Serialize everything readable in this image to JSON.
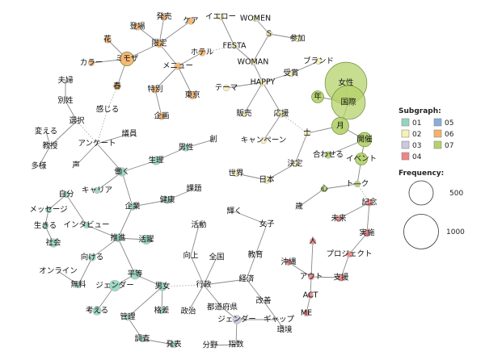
{
  "legend": {
    "subgraph_title": "Subgraph:",
    "groups": [
      {
        "id": "01",
        "color": "#93d4c2"
      },
      {
        "id": "02",
        "color": "#f7f2b4"
      },
      {
        "id": "03",
        "color": "#cbc8e0"
      },
      {
        "id": "04",
        "color": "#ef8585"
      },
      {
        "id": "05",
        "color": "#86aedb"
      },
      {
        "id": "06",
        "color": "#f6b268"
      },
      {
        "id": "07",
        "color": "#b4d26a"
      }
    ],
    "frequency_title": "Frequency:",
    "frequency_levels": [
      "500",
      "1000"
    ]
  },
  "nodes": [
    {
      "id": "n1",
      "label": "発売",
      "group": "06",
      "freq": 40
    },
    {
      "id": "n2",
      "label": "ケア",
      "group": "06",
      "freq": 40
    },
    {
      "id": "n3",
      "label": "登場",
      "group": "06",
      "freq": 40
    },
    {
      "id": "n4",
      "label": "限定",
      "group": "06",
      "freq": 50
    },
    {
      "id": "n5",
      "label": "花",
      "group": "06",
      "freq": 40
    },
    {
      "id": "n6",
      "label": "ミモザ",
      "group": "06",
      "freq": 160
    },
    {
      "id": "n7",
      "label": "カラー",
      "group": "06",
      "freq": 30
    },
    {
      "id": "n8",
      "label": "ホテル",
      "group": "06",
      "freq": 40
    },
    {
      "id": "n9",
      "label": "メニュー",
      "group": "06",
      "freq": 40
    },
    {
      "id": "n10",
      "label": "春",
      "group": "06",
      "freq": 40
    },
    {
      "id": "n11",
      "label": "特別",
      "group": "06",
      "freq": 40
    },
    {
      "id": "n12",
      "label": "東京",
      "group": "06",
      "freq": 50
    },
    {
      "id": "n13",
      "label": "企画",
      "group": "06",
      "freq": 40
    },
    {
      "id": "n14",
      "label": "感じる",
      "group": "none",
      "freq": 30
    },
    {
      "id": "y1",
      "label": "イエロー",
      "group": "02",
      "freq": 30
    },
    {
      "id": "y2",
      "label": "WOMEN",
      "group": "02",
      "freq": 20
    },
    {
      "id": "y3",
      "label": "S",
      "group": "02",
      "freq": 30
    },
    {
      "id": "y4",
      "label": "参加",
      "group": "02",
      "freq": 30
    },
    {
      "id": "y5",
      "label": "FESTA",
      "group": "02",
      "freq": 20
    },
    {
      "id": "y6",
      "label": "WOMAN",
      "group": "02",
      "freq": 30
    },
    {
      "id": "y7",
      "label": "ブランド",
      "group": "02",
      "freq": 30
    },
    {
      "id": "y8",
      "label": "受賞",
      "group": "02",
      "freq": 30
    },
    {
      "id": "y9",
      "label": "テーマ",
      "group": "02",
      "freq": 30
    },
    {
      "id": "y10",
      "label": "HAPPY",
      "group": "02",
      "freq": 40
    },
    {
      "id": "y11",
      "label": "販売",
      "group": "02",
      "freq": 20
    },
    {
      "id": "y12",
      "label": "応援",
      "group": "02",
      "freq": 40
    },
    {
      "id": "y13",
      "label": "キャンペーン",
      "group": "02",
      "freq": 30
    },
    {
      "id": "y14",
      "label": "士",
      "group": "02",
      "freq": 30
    },
    {
      "id": "y15",
      "label": "決定",
      "group": "02",
      "freq": 30
    },
    {
      "id": "y16",
      "label": "世界",
      "group": "02",
      "freq": 30
    },
    {
      "id": "y17",
      "label": "日本",
      "group": "02",
      "freq": 40
    },
    {
      "id": "g1",
      "label": "女性",
      "group": "07",
      "freq": 1450
    },
    {
      "id": "g2",
      "label": "国際",
      "group": "07",
      "freq": 950
    },
    {
      "id": "g3",
      "label": "年",
      "group": "07",
      "freq": 120
    },
    {
      "id": "g4",
      "label": "月",
      "group": "07",
      "freq": 240
    },
    {
      "id": "g5",
      "label": "開催",
      "group": "07",
      "freq": 170
    },
    {
      "id": "g6",
      "label": "合わせる",
      "group": "07",
      "freq": 40
    },
    {
      "id": "g7",
      "label": "イベント",
      "group": "07",
      "freq": 120
    },
    {
      "id": "g8",
      "label": "ト―ク",
      "group": "07",
      "freq": 30
    },
    {
      "id": "g9",
      "label": "心",
      "group": "07",
      "freq": 30
    },
    {
      "id": "g10",
      "label": "歳",
      "group": "none",
      "freq": 20
    },
    {
      "id": "t1",
      "label": "働く",
      "group": "01",
      "freq": 60
    },
    {
      "id": "t2",
      "label": "生理",
      "group": "01",
      "freq": 60
    },
    {
      "id": "t3",
      "label": "男性",
      "group": "01",
      "freq": 40
    },
    {
      "id": "t4",
      "label": "創",
      "group": "none",
      "freq": 20
    },
    {
      "id": "t5",
      "label": "キャリア",
      "group": "01",
      "freq": 30
    },
    {
      "id": "t6",
      "label": "企業",
      "group": "01",
      "freq": 40
    },
    {
      "id": "t7",
      "label": "健康",
      "group": "01",
      "freq": 40
    },
    {
      "id": "t8",
      "label": "課題",
      "group": "none",
      "freq": 20
    },
    {
      "id": "t9",
      "label": "自分",
      "group": "01",
      "freq": 30
    },
    {
      "id": "t10",
      "label": "メッセージ",
      "group": "01",
      "freq": 20
    },
    {
      "id": "t11",
      "label": "生きる",
      "group": "01",
      "freq": 30
    },
    {
      "id": "t12",
      "label": "インタビュー",
      "group": "01",
      "freq": 30
    },
    {
      "id": "t13",
      "label": "社会",
      "group": "01",
      "freq": 60
    },
    {
      "id": "t14",
      "label": "推進",
      "group": "01",
      "freq": 50
    },
    {
      "id": "t15",
      "label": "活躍",
      "group": "01",
      "freq": 70
    },
    {
      "id": "t16",
      "label": "向ける",
      "group": "01",
      "freq": 40
    },
    {
      "id": "t17",
      "label": "オンライン",
      "group": "none",
      "freq": 20
    },
    {
      "id": "t18",
      "label": "無料",
      "group": "01",
      "freq": 30
    },
    {
      "id": "t19",
      "label": "平等",
      "group": "01",
      "freq": 80
    },
    {
      "id": "t20",
      "label": "ジェンダー",
      "group": "01",
      "freq": 100
    },
    {
      "id": "t21",
      "label": "男女",
      "group": "01",
      "freq": 60
    },
    {
      "id": "t22",
      "label": "考える",
      "group": "01",
      "freq": 60
    },
    {
      "id": "t23",
      "label": "管理",
      "group": "01",
      "freq": 30
    },
    {
      "id": "t24",
      "label": "格差",
      "group": "01",
      "freq": 30
    },
    {
      "id": "t25",
      "label": "調査",
      "group": "01",
      "freq": 30
    },
    {
      "id": "t26",
      "label": "発表",
      "group": "01",
      "freq": 30
    },
    {
      "id": "w1",
      "label": "夫婦",
      "group": "none",
      "freq": 20
    },
    {
      "id": "w2",
      "label": "別姓",
      "group": "none",
      "freq": 20
    },
    {
      "id": "w3",
      "label": "選択",
      "group": "none",
      "freq": 20
    },
    {
      "id": "w4",
      "label": "変える",
      "group": "none",
      "freq": 20
    },
    {
      "id": "w5",
      "label": "教授",
      "group": "none",
      "freq": 20
    },
    {
      "id": "w6",
      "label": "多様",
      "group": "none",
      "freq": 20
    },
    {
      "id": "w7",
      "label": "アンケート",
      "group": "none",
      "freq": 20
    },
    {
      "id": "w8",
      "label": "議員",
      "group": "none",
      "freq": 20
    },
    {
      "id": "w9",
      "label": "声",
      "group": "none",
      "freq": 20
    },
    {
      "id": "p1",
      "label": "活動",
      "group": "none",
      "freq": 20
    },
    {
      "id": "p2",
      "label": "向上",
      "group": "none",
      "freq": 20
    },
    {
      "id": "p3",
      "label": "全国",
      "group": "none",
      "freq": 20
    },
    {
      "id": "p4",
      "label": "行政",
      "group": "none",
      "freq": 20
    },
    {
      "id": "p5",
      "label": "政治",
      "group": "none",
      "freq": 20
    },
    {
      "id": "p6",
      "label": "都道府県",
      "group": "none",
      "freq": 20
    },
    {
      "id": "p7",
      "label": "輝く",
      "group": "none",
      "freq": 20
    },
    {
      "id": "p8",
      "label": "女子",
      "group": "none",
      "freq": 30
    },
    {
      "id": "p9",
      "label": "教育",
      "group": "none",
      "freq": 20
    },
    {
      "id": "p10",
      "label": "経済",
      "group": "none",
      "freq": 20
    },
    {
      "id": "p11",
      "label": "改善",
      "group": "none",
      "freq": 20
    },
    {
      "id": "p12",
      "label": "環境",
      "group": "none",
      "freq": 20
    },
    {
      "id": "p13",
      "label": "ジェンダー",
      "group": "03",
      "freq": 60
    },
    {
      "id": "p14",
      "label": "ギャップ",
      "group": "none",
      "freq": 20
    },
    {
      "id": "p15",
      "label": "分野",
      "group": "none",
      "freq": 20
    },
    {
      "id": "p16",
      "label": "指数",
      "group": "none",
      "freq": 30
    },
    {
      "id": "r1",
      "label": "人",
      "group": "04",
      "freq": 30
    },
    {
      "id": "r2",
      "label": "沖縄",
      "group": "04",
      "freq": 30
    },
    {
      "id": "r3",
      "label": "アウト",
      "group": "04",
      "freq": 30
    },
    {
      "id": "r4",
      "label": "支援",
      "group": "04",
      "freq": 40
    },
    {
      "id": "r5",
      "label": "ACT",
      "group": "04",
      "freq": 20
    },
    {
      "id": "r6",
      "label": "ME",
      "group": "04",
      "freq": 30
    },
    {
      "id": "r7",
      "label": "記念",
      "group": "04",
      "freq": 40
    },
    {
      "id": "r8",
      "label": "未来",
      "group": "04",
      "freq": 30
    },
    {
      "id": "r9",
      "label": "実施",
      "group": "04",
      "freq": 40
    },
    {
      "id": "r10",
      "label": "プロジェクト",
      "group": "04",
      "freq": 30
    }
  ],
  "edges": [
    [
      "n1",
      "n4"
    ],
    [
      "n2",
      "n4"
    ],
    [
      "n3",
      "n4"
    ],
    [
      "n4",
      "n6"
    ],
    [
      "n4",
      "n9"
    ],
    [
      "n5",
      "n6"
    ],
    [
      "n7",
      "n6"
    ],
    [
      "n6",
      "n10"
    ],
    [
      "n9",
      "n8"
    ],
    [
      "n9",
      "n11"
    ],
    [
      "n9",
      "n12"
    ],
    [
      "n11",
      "n13"
    ],
    [
      "n10",
      "n14",
      1
    ],
    [
      "n8",
      "y5",
      1
    ],
    [
      "y1",
      "y5"
    ],
    [
      "y5",
      "y6"
    ],
    [
      "y2",
      "y3"
    ],
    [
      "y3",
      "y4"
    ],
    [
      "y3",
      "y6"
    ],
    [
      "y6",
      "y10"
    ],
    [
      "y9",
      "y10"
    ],
    [
      "y10",
      "y8"
    ],
    [
      "y8",
      "y7"
    ],
    [
      "y10",
      "y11"
    ],
    [
      "y10",
      "y12"
    ],
    [
      "y12",
      "y13"
    ],
    [
      "y12",
      "y14",
      1
    ],
    [
      "y14",
      "g4"
    ],
    [
      "y14",
      "y15"
    ],
    [
      "y15",
      "y17"
    ],
    [
      "y16",
      "y17"
    ],
    [
      "g1",
      "g2"
    ],
    [
      "g3",
      "g2"
    ],
    [
      "g2",
      "g4"
    ],
    [
      "g4",
      "g5"
    ],
    [
      "g5",
      "g6"
    ],
    [
      "g5",
      "g7"
    ],
    [
      "g7",
      "g8"
    ],
    [
      "g8",
      "g9"
    ],
    [
      "g9",
      "g10"
    ],
    [
      "g8",
      "r7",
      1
    ],
    [
      "r7",
      "r8"
    ],
    [
      "r7",
      "r9"
    ],
    [
      "r9",
      "r10"
    ],
    [
      "r10",
      "r4"
    ],
    [
      "r4",
      "r3"
    ],
    [
      "r1",
      "r3"
    ],
    [
      "r2",
      "r3"
    ],
    [
      "r3",
      "r5"
    ],
    [
      "r5",
      "r6"
    ],
    [
      "w1",
      "w2"
    ],
    [
      "w2",
      "w3"
    ],
    [
      "w3",
      "w5"
    ],
    [
      "w4",
      "w5"
    ],
    [
      "w5",
      "w6"
    ],
    [
      "w3",
      "w7",
      1
    ],
    [
      "n14",
      "w7",
      1
    ],
    [
      "w7",
      "w8"
    ],
    [
      "w7",
      "w9"
    ],
    [
      "w7",
      "t1"
    ],
    [
      "t1",
      "t2"
    ],
    [
      "t2",
      "t3"
    ],
    [
      "t3",
      "t4"
    ],
    [
      "t1",
      "t5"
    ],
    [
      "t1",
      "t6"
    ],
    [
      "t6",
      "t7"
    ],
    [
      "t7",
      "t8"
    ],
    [
      "t6",
      "t14"
    ],
    [
      "t14",
      "t15"
    ],
    [
      "t14",
      "t12"
    ],
    [
      "t12",
      "t9"
    ],
    [
      "t9",
      "t10"
    ],
    [
      "t10",
      "t11"
    ],
    [
      "t11",
      "t13"
    ],
    [
      "t14",
      "t16"
    ],
    [
      "t16",
      "t18"
    ],
    [
      "t17",
      "t18"
    ],
    [
      "t14",
      "t19"
    ],
    [
      "t19",
      "t20"
    ],
    [
      "t19",
      "t21"
    ],
    [
      "t20",
      "t22"
    ],
    [
      "t21",
      "t23"
    ],
    [
      "t21",
      "t24"
    ],
    [
      "t23",
      "t25"
    ],
    [
      "t25",
      "t26"
    ],
    [
      "t21",
      "p4",
      1
    ],
    [
      "p1",
      "p2"
    ],
    [
      "p2",
      "p4"
    ],
    [
      "p3",
      "p4"
    ],
    [
      "p4",
      "p5"
    ],
    [
      "p4",
      "p10"
    ],
    [
      "p4",
      "p6"
    ],
    [
      "p6",
      "p13"
    ],
    [
      "p13",
      "p14"
    ],
    [
      "p13",
      "p16"
    ],
    [
      "p15",
      "p16"
    ],
    [
      "p7",
      "p8"
    ],
    [
      "p8",
      "p9"
    ],
    [
      "p9",
      "p10"
    ],
    [
      "p10",
      "p11"
    ],
    [
      "p11",
      "p12"
    ]
  ]
}
